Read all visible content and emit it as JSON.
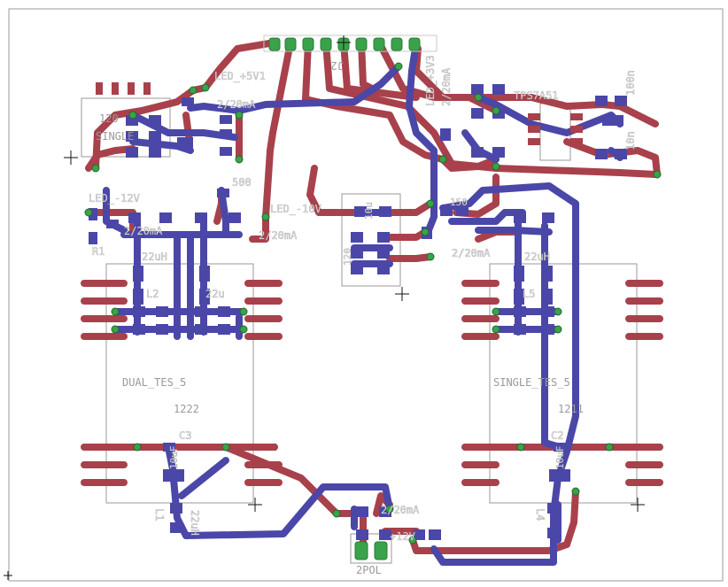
{
  "labels": {
    "j2": "J2",
    "led_5v1": "LED_+5V1",
    "led_3v3": "LED_+3V3",
    "led_12v": "LED_-12V",
    "led_10v": "LED_-10V",
    "led_12v_pos": "+12V",
    "cur_20ma_1": "2/20mA",
    "cur_20ma_2": "2/20mA",
    "cur_20ma_3": "2/20mA",
    "cur_20ma_4": "2/20mA",
    "cur_20ma_5": "2/20mA",
    "cur_20ma_6": "2/20mA",
    "tps": "TPS7A51",
    "u120": "120",
    "single": "SINGLE",
    "dual_tes": "DUAL_TES_5",
    "single_tes": "SINGLE_TES_5",
    "n1222": "1222",
    "n1211": "1211",
    "two_pol": "2POL",
    "l2": "L2",
    "l5": "L5",
    "l1": "L1",
    "l4": "L4",
    "c3": "C3",
    "c2": "C2",
    "r1": "R1",
    "r500": "500",
    "h22u_1": "22uH",
    "h22u_2": "22u",
    "h22u_3": "22uH",
    "h22u_4": "22uH",
    "n100n": "100n",
    "n10u": "10u",
    "n10n": "10n",
    "n10uf_1": "10uF",
    "n10uf_2": "10uF",
    "n150": "150",
    "n120": "120"
  },
  "colors": {
    "top_copper": "#a8414b",
    "bottom_copper": "#4b47a8",
    "via": "#3aa24a",
    "outline": "#9a9a9a"
  }
}
